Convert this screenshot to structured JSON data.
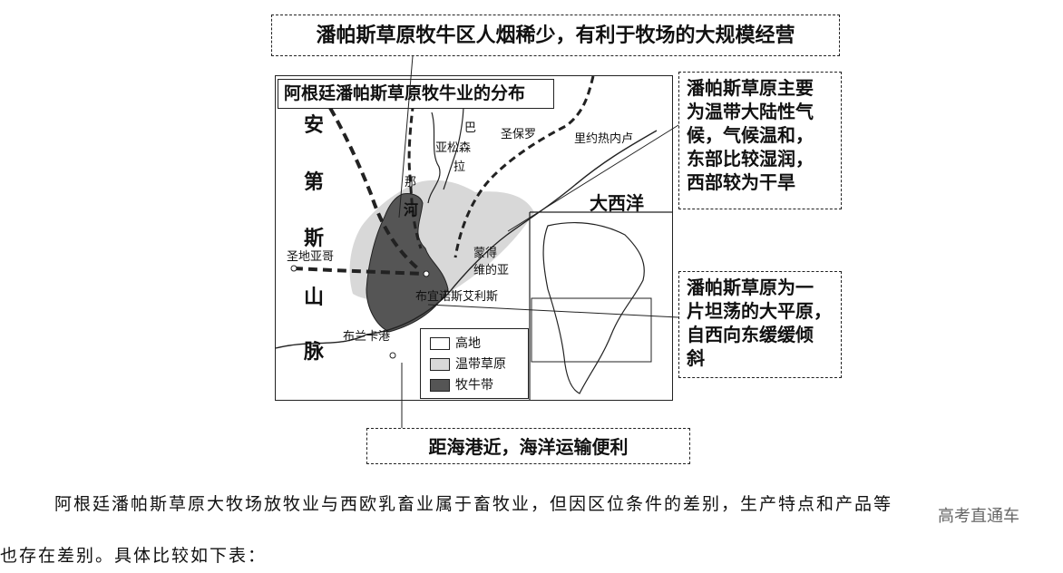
{
  "callouts": {
    "top": "潘帕斯草原牧牛区人烟稀少，有利于牧场的大规模经营",
    "right_climate": [
      "潘帕斯草原主要",
      "为温带大陆性气",
      "候，气候温和，",
      "东部比较湿润，",
      "西部较为干旱"
    ],
    "right_terrain": [
      "潘帕斯草原为一",
      "片坦荡的大平原，",
      "自西向东缓缓倾",
      "斜"
    ],
    "bottom": "距海港近，海洋运输便利"
  },
  "map": {
    "title": "阿根廷潘帕斯草原牧牛业的分布",
    "andes_chars": [
      "安",
      "第",
      "斯",
      "山",
      "脉"
    ],
    "labels": {
      "parana_1": "巴",
      "parana_2": "拉",
      "parana_3": "那",
      "parana_4": "河",
      "amazon": "亚松森",
      "sao_paulo": "圣保罗",
      "rio": "里约热内卢",
      "atlantic": "大西洋",
      "montevideo_1": "蒙得",
      "montevideo_2": "维的亚",
      "santiago": "圣地亚哥",
      "buenos_aires": "布宜诺斯艾利斯",
      "bahia_blanca": "布兰卡港"
    },
    "legend": [
      {
        "label": "高地",
        "color": "#ffffff"
      },
      {
        "label": "温带草原",
        "color": "#d8d8d8"
      },
      {
        "label": "牧牛带",
        "color": "#555555"
      }
    ]
  },
  "paragraph": {
    "line1": "阿根廷潘帕斯草原大牧场放牧业与西欧乳畜业属于畜牧业，但因区位条件的差别，生产特点和产品等",
    "line2": "也存在差别。具体比较如下表："
  },
  "watermark": "高考直通车"
}
